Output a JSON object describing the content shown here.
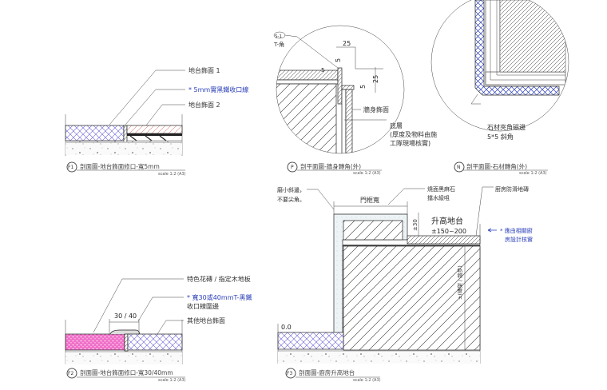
{
  "details": {
    "f1": {
      "tag": "F1",
      "title": "剖面圖-地台飾面修口-寬5mm",
      "scale": "scale  1:2 (A3)",
      "labels": [
        "地台飾面 1",
        "* 5mm實黑鐵收口線",
        "地台飾面 2"
      ]
    },
    "p": {
      "tag": "P",
      "title": "剖平面圖-牆身轉角(外)",
      "scale": "scale  1:2 (A3)",
      "ref_tag": "S-1",
      "ref_label": "T-角",
      "dims": [
        "25",
        "5",
        "25",
        "5",
        "5"
      ],
      "labels": [
        "牆身飾面",
        "底層",
        "(厚度及物料由施",
        "工隊現場核實)"
      ]
    },
    "n": {
      "tag": "N",
      "title": "剖平面圖-石材轉角(外)",
      "scale": "scale  1:2 (A3)",
      "labels": [
        "石材夾角磁邊",
        "5*5 斜角"
      ]
    },
    "f2": {
      "tag": "F2",
      "title": "剖面圖-地台飾面修口-寬30/40mm",
      "scale": "scale  1:2 (A3)",
      "dim": "30 / 40",
      "labels": [
        "特色花磚 / 指定木地板",
        "* 寬30或40mmT-黑鐵",
        "收口線圍邊",
        "其他地台飾面"
      ]
    },
    "f3": {
      "tag": "F3",
      "title": "剖面圖-廚房升高地台",
      "scale": "scale  1:2 (A3)",
      "labels": {
        "bevel_1": "磨小斜邊，",
        "bevel_2": "不要尖角。",
        "door_width": "門框寬",
        "stone_1": "燒面黑麻石",
        "stone_2": "擋水級咀",
        "tile": "廚房防滑地磚",
        "raised_title": "升高地台",
        "raised_value": "±150~200",
        "pm30": "±30",
        "note_1": "* 應由相關廚",
        "note_2": "房設計核實",
        "level": "0.0",
        "height_note": "±(磚架 / 踏步)"
      }
    }
  },
  "colors": {
    "note_blue": "#2b3fb8",
    "crosshatch": "#5a5ad8",
    "red_hatch": "#d05050",
    "pink": "#e040b0"
  }
}
